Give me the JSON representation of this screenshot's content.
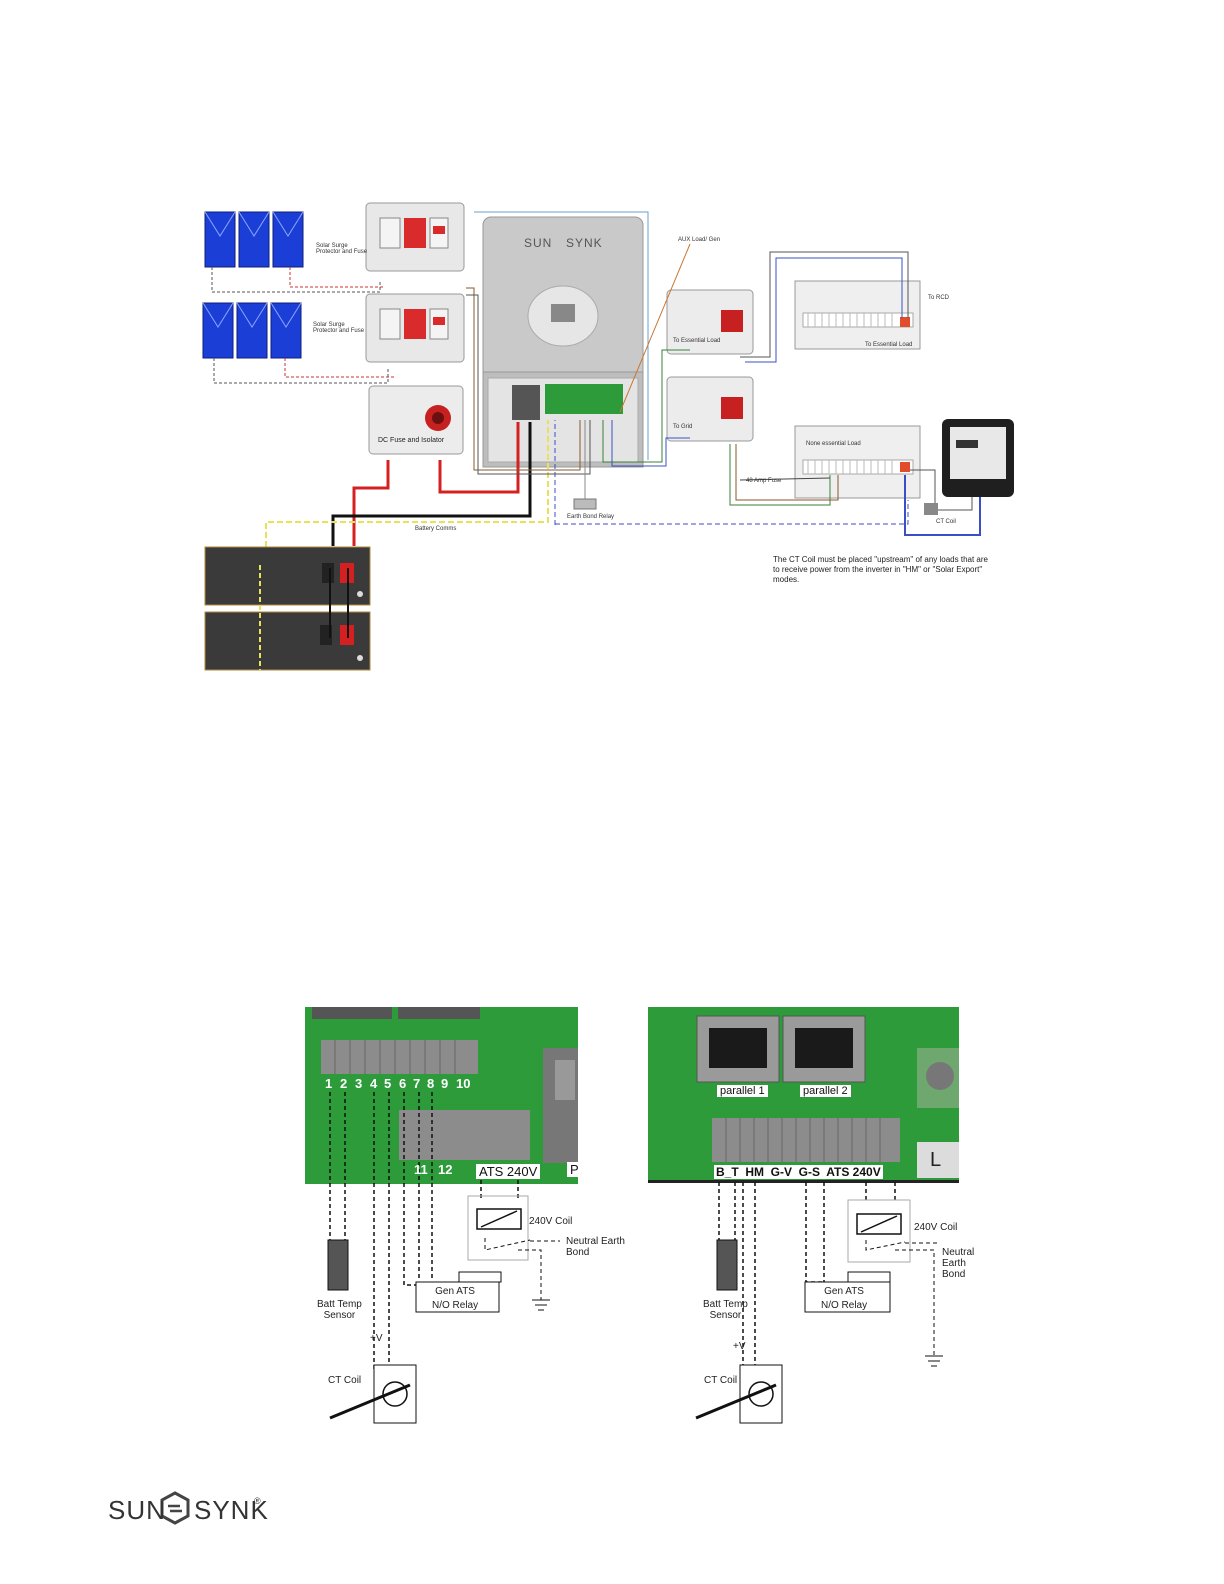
{
  "brand": {
    "left": "SUN",
    "right": "SYNK",
    "registered": "®"
  },
  "diagram_top": {
    "solar_surge_1": "Solar Surge\nProtector and Fuse",
    "solar_surge_2": "Solar Surge\nProtector and Fuse",
    "dc_fuse": "DC Fuse and Isolator",
    "aux_load": "AUX Load/ Gen",
    "to_essential_load_iso": "To Essential Load",
    "to_grid_iso": "To Grid",
    "to_rcd": "To RCD",
    "to_essential_load_board": "To Essential Load",
    "none_essential_load": "None essential Load",
    "amp_fuse": "48 Amp Fuse",
    "ct_coil": "CT Coil",
    "earth_bond_relay": "Earth Bond Relay",
    "battery_comms": "Battery Comms",
    "note": "The CT Coil must be placed \"upstream\" of any loads that are to receive power from the inverter in \"HM\" or \"Solar Export\" modes."
  },
  "diagram_left": {
    "terminal_numbers": [
      "1",
      "2",
      "3",
      "4",
      "5",
      "6",
      "7",
      "8",
      "9",
      "10"
    ],
    "terminal_11": "11",
    "terminal_12": "12",
    "ats_label": "ATS 240V",
    "p_label": "P",
    "coil": "240V Coil",
    "neutral_earth_bond": "Neutral Earth\nBond",
    "gen_ats": "Gen ATS\nN/O Relay",
    "batt_temp": "Batt Temp\nSensor",
    "plus_v": "+V",
    "ct_coil": "CT Coil"
  },
  "diagram_right": {
    "parallel_1": "parallel 1",
    "parallel_2": "parallel 2",
    "bus_labels": "B_T  HM  G-V  G-S  ATS 240V",
    "l_label": "L",
    "coil": "240V Coil",
    "neutral_earth_bond": "Neutral\nEarth\nBond",
    "gen_ats": "Gen ATS\nN/O Relay",
    "batt_temp": "Batt Temp\nSensor",
    "plus_v": "+V",
    "ct_coil": "CT Coil"
  }
}
